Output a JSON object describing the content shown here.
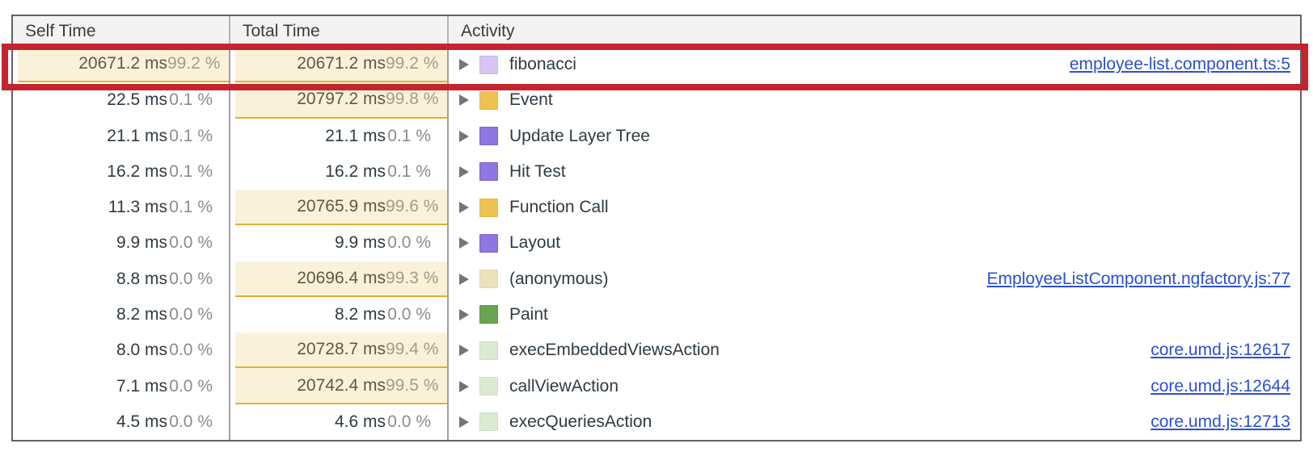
{
  "table": {
    "columns": {
      "self": "Self Time",
      "total": "Total Time",
      "activity": "Activity"
    },
    "rows": [
      {
        "self_ms": "20671.2 ms",
        "self_pct": "99.2 %",
        "self_hl": true,
        "total_ms": "20671.2 ms",
        "total_pct": "99.2 %",
        "total_hl": true,
        "activity": "fibonacci",
        "swatch": "lavender",
        "link": "employee-list.component.ts:5",
        "annotated": true
      },
      {
        "self_ms": "22.5 ms",
        "self_pct": "0.1 %",
        "self_hl": false,
        "total_ms": "20797.2 ms",
        "total_pct": "99.8 %",
        "total_hl": true,
        "activity": "Event",
        "swatch": "orange",
        "link": "",
        "annotated": false
      },
      {
        "self_ms": "21.1 ms",
        "self_pct": "0.1 %",
        "self_hl": false,
        "total_ms": "21.1 ms",
        "total_pct": "0.1 %",
        "total_hl": false,
        "activity": "Update Layer Tree",
        "swatch": "purple",
        "link": "",
        "annotated": false
      },
      {
        "self_ms": "16.2 ms",
        "self_pct": "0.1 %",
        "self_hl": false,
        "total_ms": "16.2 ms",
        "total_pct": "0.1 %",
        "total_hl": false,
        "activity": "Hit Test",
        "swatch": "purple",
        "link": "",
        "annotated": false
      },
      {
        "self_ms": "11.3 ms",
        "self_pct": "0.1 %",
        "self_hl": false,
        "total_ms": "20765.9 ms",
        "total_pct": "99.6 %",
        "total_hl": true,
        "activity": "Function Call",
        "swatch": "orange",
        "link": "",
        "annotated": false
      },
      {
        "self_ms": "9.9 ms",
        "self_pct": "0.0 %",
        "self_hl": false,
        "total_ms": "9.9 ms",
        "total_pct": "0.0 %",
        "total_hl": false,
        "activity": "Layout",
        "swatch": "purple",
        "link": "",
        "annotated": false
      },
      {
        "self_ms": "8.8 ms",
        "self_pct": "0.0 %",
        "self_hl": false,
        "total_ms": "20696.4 ms",
        "total_pct": "99.3 %",
        "total_hl": true,
        "activity": "(anonymous)",
        "swatch": "tan",
        "link": "EmployeeListComponent.ngfactory.js:77",
        "annotated": false
      },
      {
        "self_ms": "8.2 ms",
        "self_pct": "0.0 %",
        "self_hl": false,
        "total_ms": "8.2 ms",
        "total_pct": "0.0 %",
        "total_hl": false,
        "activity": "Paint",
        "swatch": "green",
        "link": "",
        "annotated": false
      },
      {
        "self_ms": "8.0 ms",
        "self_pct": "0.0 %",
        "self_hl": false,
        "total_ms": "20728.7 ms",
        "total_pct": "99.4 %",
        "total_hl": true,
        "activity": "execEmbeddedViewsAction",
        "swatch": "palegreen",
        "link": "core.umd.js:12617",
        "annotated": false
      },
      {
        "self_ms": "7.1 ms",
        "self_pct": "0.0 %",
        "self_hl": false,
        "total_ms": "20742.4 ms",
        "total_pct": "99.5 %",
        "total_hl": true,
        "activity": "callViewAction",
        "swatch": "palegreen",
        "link": "core.umd.js:12644",
        "annotated": false
      },
      {
        "self_ms": "4.5 ms",
        "self_pct": "0.0 %",
        "self_hl": false,
        "total_ms": "4.6 ms",
        "total_pct": "0.0 %",
        "total_hl": false,
        "activity": "execQueriesAction",
        "swatch": "palegreen",
        "link": "core.umd.js:12713",
        "annotated": false
      }
    ]
  },
  "colors": {
    "annotation_red": "#c4242e",
    "highlight_bg": "#faf2d8",
    "highlight_underline": "#e3af33",
    "link_blue": "#2b50cd",
    "header_bg": "#f3f3f3",
    "swatches": {
      "lavender": {
        "fill": "#d6c4f1",
        "edge": "#c2abe8",
        "pattern": true
      },
      "orange": {
        "fill": "#eec153",
        "edge": "#dfae3d",
        "pattern": true
      },
      "purple": {
        "fill": "#8f76e0",
        "edge": "#7f63d2",
        "pattern": false
      },
      "tan": {
        "fill": "#ebe1ba",
        "edge": "#dccf9f",
        "pattern": true
      },
      "green": {
        "fill": "#6aa452",
        "edge": "#5d9747",
        "pattern": false
      },
      "palegreen": {
        "fill": "#dcead1",
        "edge": "#c2d8ae",
        "pattern": true
      }
    }
  }
}
